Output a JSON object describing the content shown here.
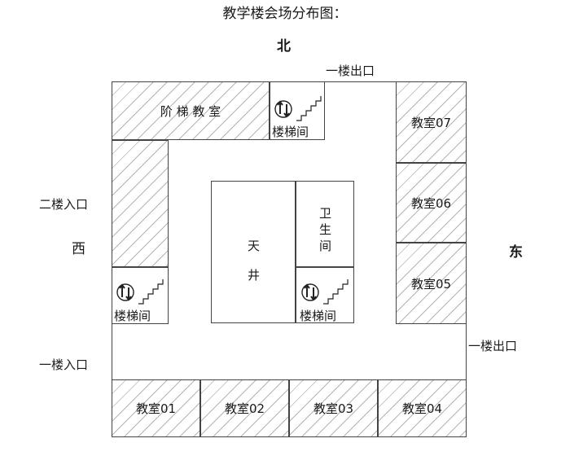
{
  "title": "教学楼会场分布图：",
  "directions": {
    "north": "北",
    "south": "",
    "east": "东",
    "west": "西"
  },
  "entrances": {
    "exit_north": "一楼出口",
    "exit_east": "一楼出口",
    "entrance_west_2f": "二楼入口",
    "entrance_west_1f": "一楼入口"
  },
  "rooms": {
    "lecture_hall": "阶 梯 教 室",
    "stairs_north": "楼梯间",
    "stairs_west": "楼梯间",
    "stairs_center": "楼梯间",
    "courtyard_1": "天",
    "courtyard_2": "井",
    "restroom_1": "卫",
    "restroom_2": "生",
    "restroom_3": "间",
    "c07": "教室07",
    "c06": "教室06",
    "c05": "教室05",
    "c01": "教室01",
    "c02": "教室02",
    "c03": "教室03",
    "c04": "教室04"
  },
  "icons": {
    "stairs": "stairs-icon",
    "updown": "up-down-arrow-icon"
  }
}
